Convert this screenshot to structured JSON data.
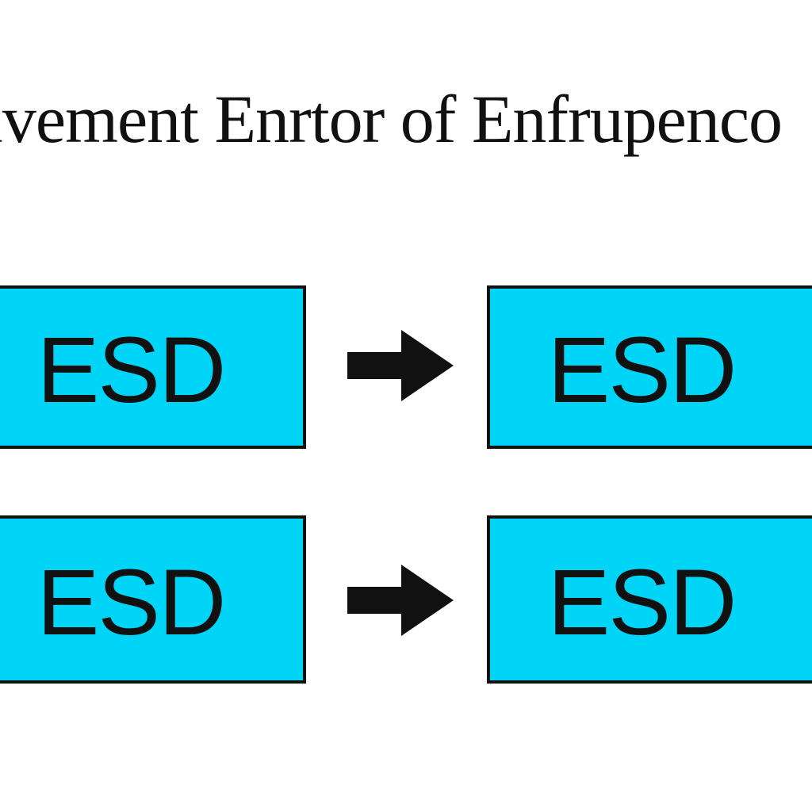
{
  "title": "ivement Enrtor of Enfrupenco",
  "colors": {
    "box_fill": "#00d4f7",
    "border": "#111111",
    "arrow": "#111111",
    "background": "#ffffff"
  },
  "rows": [
    {
      "left_label": "ESD",
      "right_label": "ESD",
      "connector_icon": "arrow-right-icon"
    },
    {
      "left_label": "ESD",
      "right_label": "ESD",
      "connector_icon": "arrow-right-icon"
    }
  ]
}
